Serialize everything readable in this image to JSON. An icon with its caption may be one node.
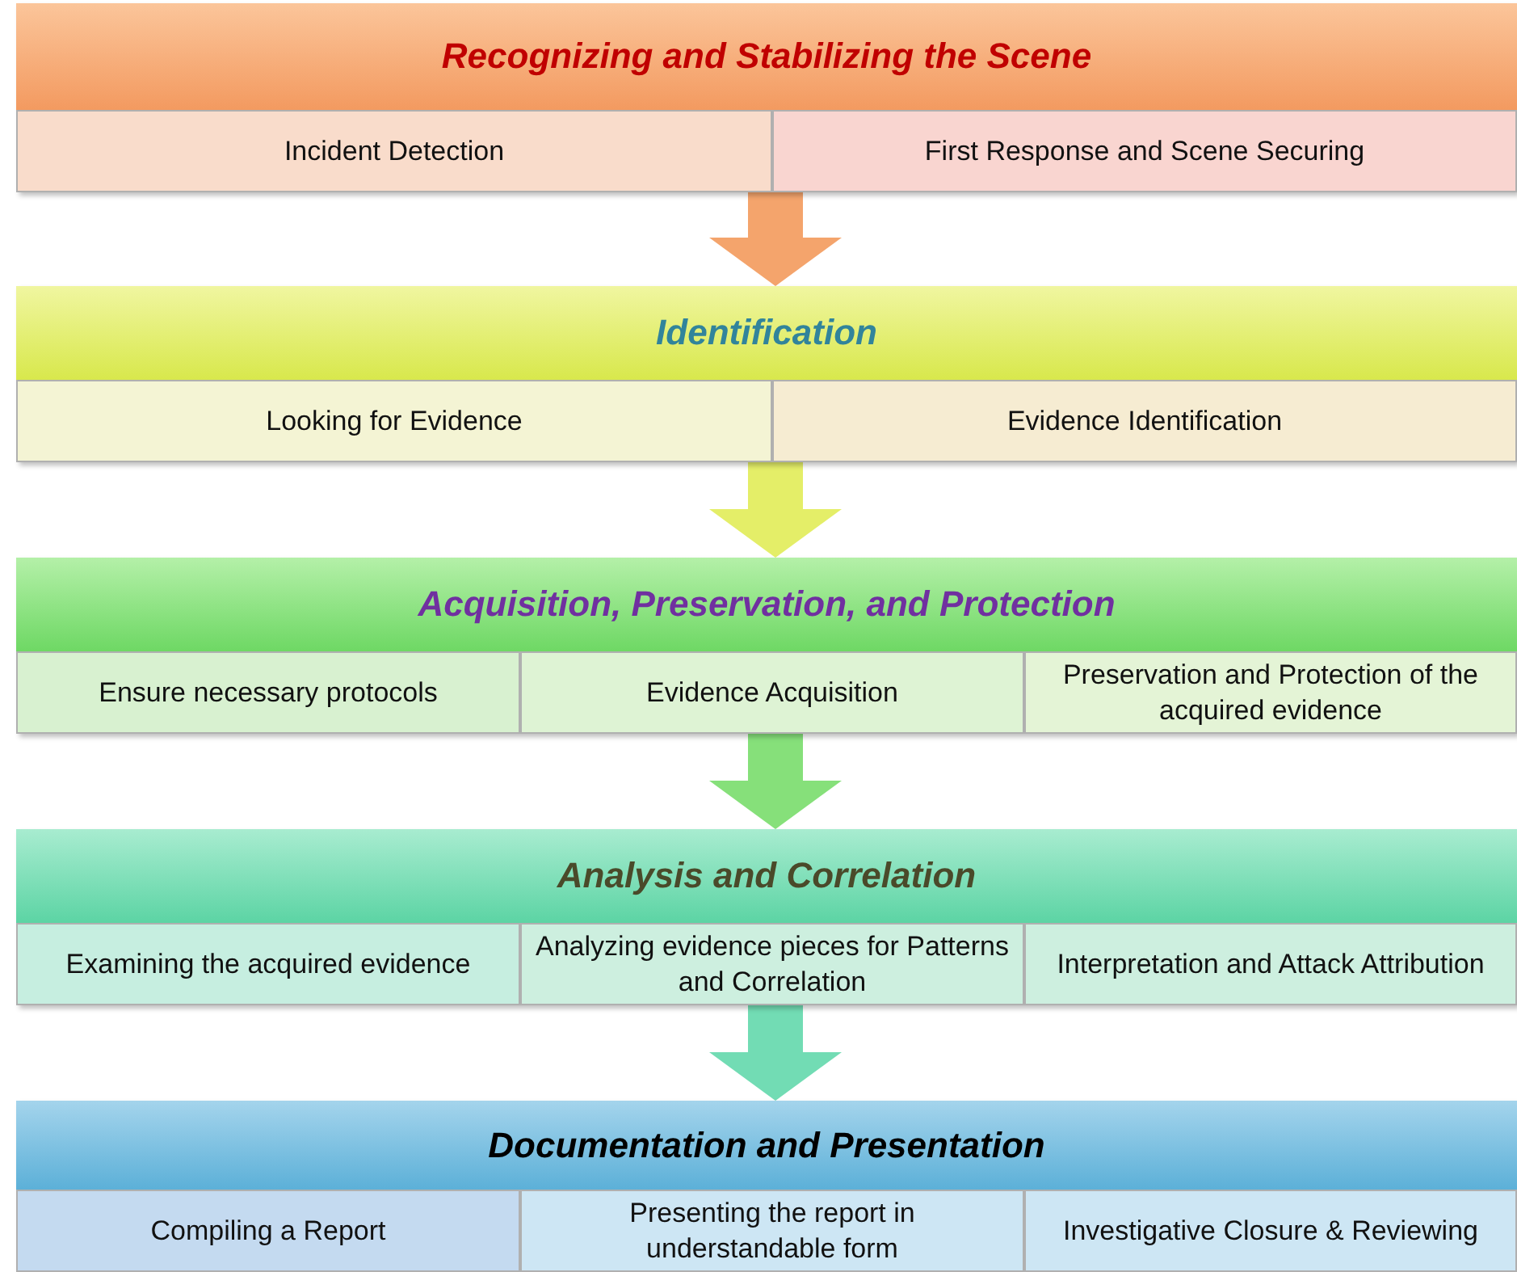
{
  "diagram": {
    "nodes": [
      {
        "text": [
          "Recognizing and Stabilizing the Scene"
        ]
      },
      {
        "text": [
          "Incident Detection"
        ],
        "in": 0
      },
      {
        "text": [
          "First Response and Scene Securing"
        ],
        "in": 0
      },
      {
        "text": [
          "Identification"
        ]
      },
      {
        "text": [
          "Looking for Evidence"
        ],
        "in": 3
      },
      {
        "text": [
          "Evidence Identification"
        ],
        "in": 3
      },
      {
        "text": [
          "Acquisition, Preservation, and Protection"
        ]
      },
      {
        "text": [
          "Ensure necessary protocols"
        ],
        "in": 6
      },
      {
        "text": [
          "Evidence Acquisition"
        ],
        "in": 6
      },
      {
        "text": [
          "Preservation and Protection of the acquired evidence"
        ],
        "in": 6
      },
      {
        "text": [
          "Analysis and Correlation"
        ]
      },
      {
        "text": [
          "Examining the acquired evidence"
        ],
        "in": 10
      },
      {
        "text": [
          "Analyzing evidence pieces for Patterns and Correlation"
        ],
        "in": 10
      },
      {
        "text": [
          "Interpretation and Attack Attribution"
        ],
        "in": 10
      },
      {
        "text": [
          "Documentation and Presentation"
        ]
      },
      {
        "text": [
          "Compiling a Report"
        ],
        "in": 14
      },
      {
        "text": [
          "Presenting the report in understandable form"
        ],
        "in": 14
      },
      {
        "text": [
          "Investigative Closure & Reviewing"
        ],
        "in": 14
      }
    ],
    "edges": [
      {
        "from": 0,
        "to": 3,
        "arrow": "to",
        "color": "#f4a46c"
      },
      {
        "from": 3,
        "to": 6,
        "arrow": "to",
        "color": "#e4ee68"
      },
      {
        "from": 6,
        "to": 10,
        "arrow": "to",
        "color": "#86e07a"
      },
      {
        "from": 10,
        "to": 14,
        "arrow": "to",
        "color": "#72dcb4"
      }
    ]
  }
}
